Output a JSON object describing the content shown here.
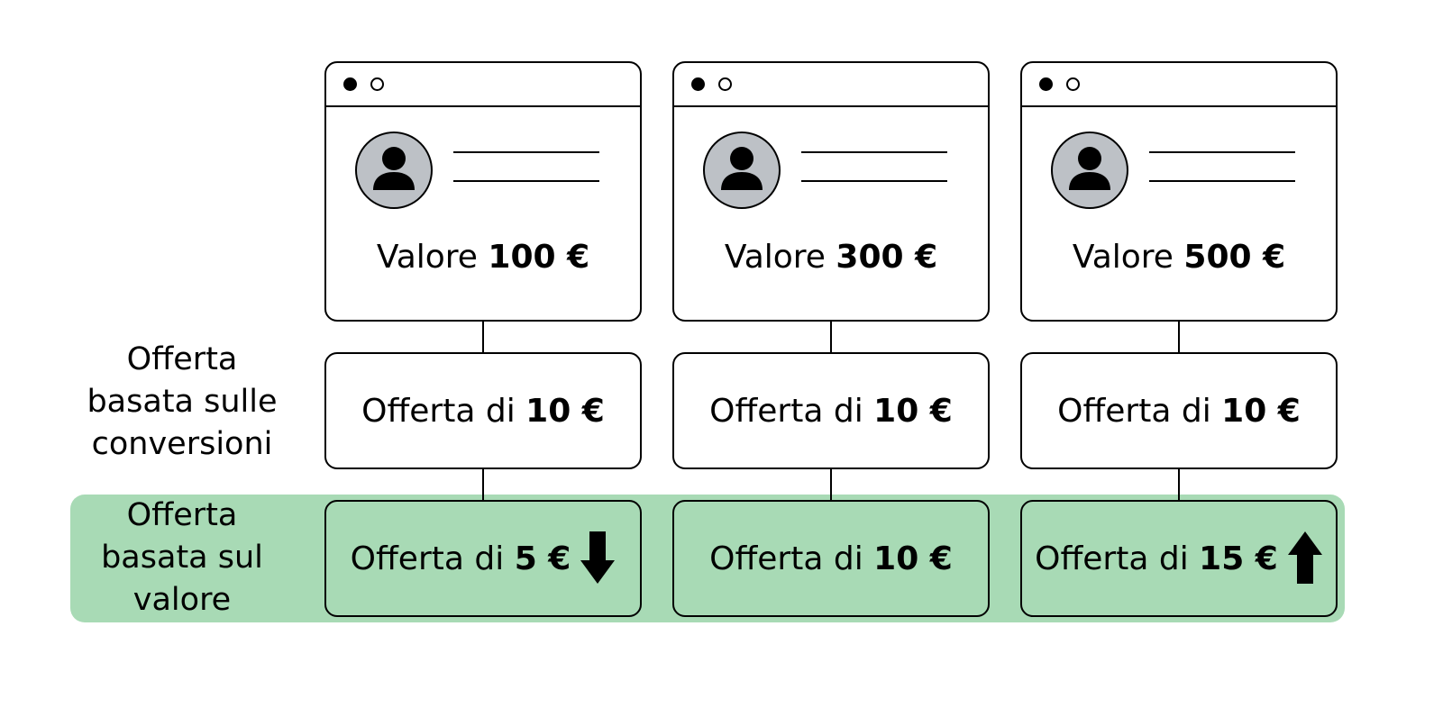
{
  "rows": {
    "conversion_label": [
      "Offerta",
      "basata sulle",
      "conversioni"
    ],
    "value_label": [
      "Offerta",
      "basata sul",
      "valore"
    ]
  },
  "columns": [
    {
      "value_prefix": "Valore ",
      "value_amount": "100 €",
      "conversion_bid_prefix": "Offerta di ",
      "conversion_bid_amount": "10 €",
      "value_bid_prefix": "Offerta di ",
      "value_bid_amount": "5 €",
      "value_bid_trend": "arrow-down-icon"
    },
    {
      "value_prefix": "Valore ",
      "value_amount": "300 €",
      "conversion_bid_prefix": "Offerta di ",
      "conversion_bid_amount": "10 €",
      "value_bid_prefix": "Offerta di ",
      "value_bid_amount": "10 €",
      "value_bid_trend": "none"
    },
    {
      "value_prefix": "Valore ",
      "value_amount": "500 €",
      "conversion_bid_prefix": "Offerta di ",
      "conversion_bid_amount": "10 €",
      "value_bid_prefix": "Offerta di ",
      "value_bid_amount": "15 €",
      "value_bid_trend": "arrow-up-icon"
    }
  ],
  "colors": {
    "highlight": "#a8dab5",
    "avatar_fill": "#bdc1c6",
    "stroke": "#000000"
  }
}
